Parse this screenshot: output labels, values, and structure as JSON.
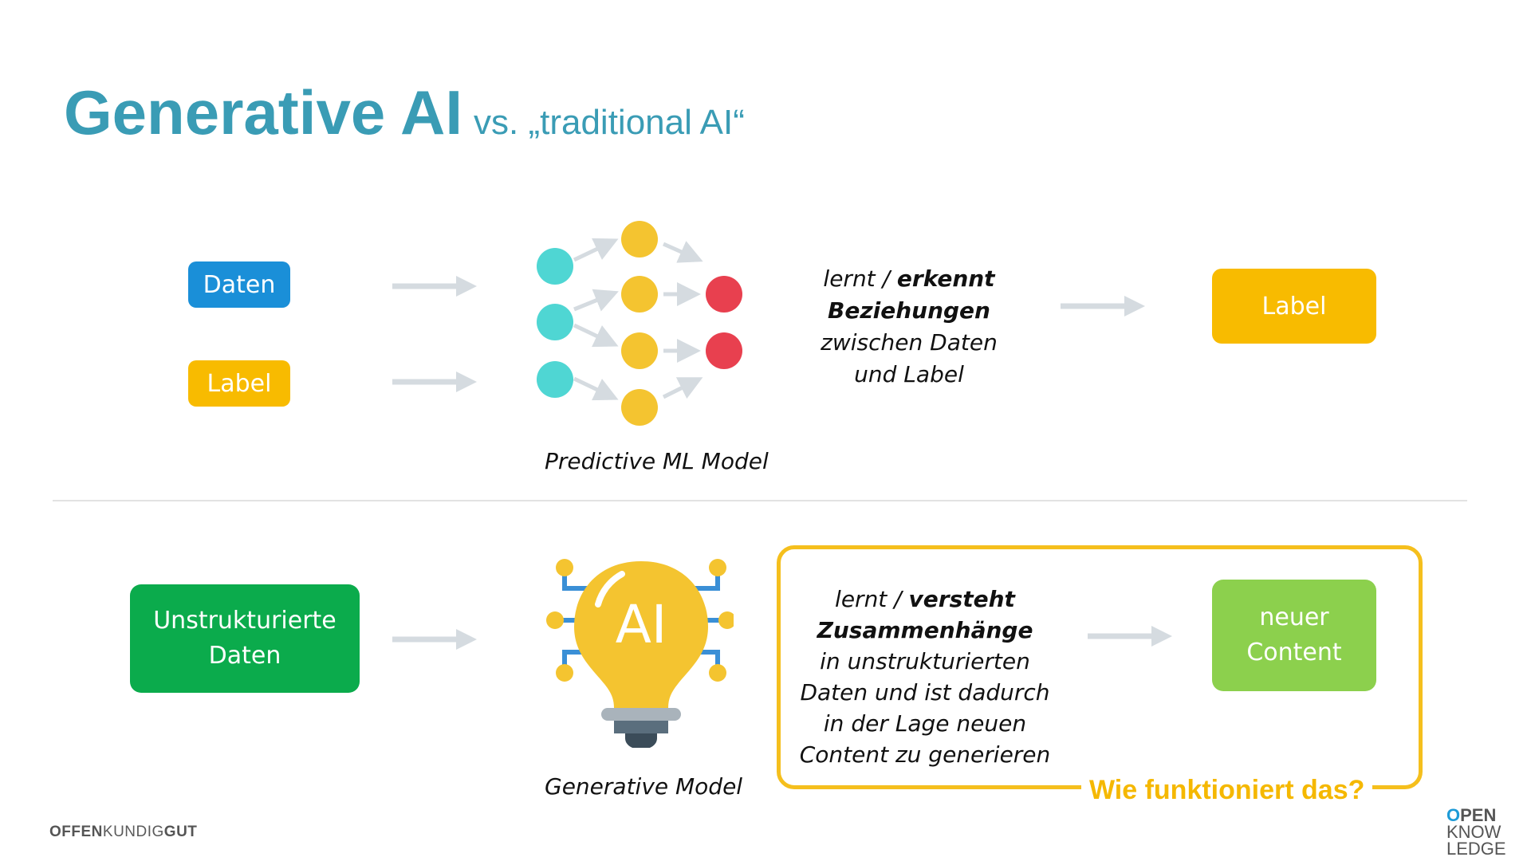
{
  "title": {
    "main": "Generative AI",
    "sub": "vs. „traditional AI“"
  },
  "top": {
    "input_1": "Daten",
    "input_2": "Label",
    "model_caption": "Predictive ML Model",
    "desc_line1_plain": "lernt / ",
    "desc_line1_bold": "erkennt",
    "desc_line2_bold": "Beziehungen",
    "desc_line3": "zwischen Daten",
    "desc_line4": "und Label",
    "output": "Label"
  },
  "bottom": {
    "input_line1": "Unstrukturierte",
    "input_line2": "Daten",
    "bulb_text": "AI",
    "model_caption": "Generative Model",
    "desc_line1_plain": "lernt / ",
    "desc_line1_bold": "versteht",
    "desc_line2_bold": "Zusammenhänge",
    "desc_line3": "in unstrukturierten",
    "desc_line4": "Daten und ist dadurch",
    "desc_line5": "in der Lage neuen",
    "desc_line6": "Content zu generieren",
    "output_line1": "neuer",
    "output_line2": "Content",
    "question": "Wie funktioniert das?"
  },
  "footer": {
    "left_1": "OFFEN",
    "left_2": "KUNDIG",
    "left_3": "GUT",
    "right_o": "O",
    "right_pen": "PEN",
    "right_know": "KNOW",
    "right_ledge": "LEDGE"
  },
  "colors": {
    "title": "#3a9cb5",
    "daten_blue": "#1a8fd8",
    "label_yellow": "#f8bb00",
    "unstructured_green": "#0bab4c",
    "content_green": "#8cd04d",
    "frame_yellow": "#f5bf1d",
    "arrow_gray": "#d5dbe0",
    "node_cyan": "#4fd6d3",
    "node_yellow": "#f4c430",
    "node_red": "#e8404f"
  }
}
